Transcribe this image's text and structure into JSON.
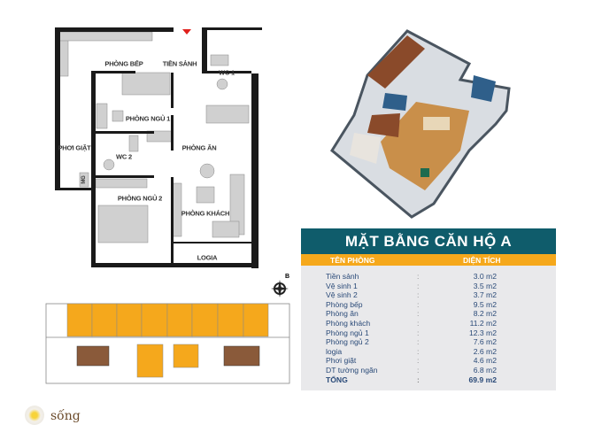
{
  "floor_plan": {
    "rooms": {
      "kitchen": "PHÒNG BẾP",
      "lobby": "TIỀN SẢNH",
      "wc1": "WC 1",
      "bedroom1": "PHÒNG NGỦ 1",
      "laundry": "PHƠI GIẶT",
      "wc2": "WC 2",
      "dining": "PHÒNG ĂN",
      "bedroom2": "PHÒNG NGỦ 2",
      "living": "PHÒNG KHÁCH",
      "logia": "LOGIA",
      "mg": "MG"
    }
  },
  "compass": {
    "label": "B"
  },
  "table": {
    "title": "MẶT BẰNG CĂN HỘ A",
    "col_name": "TÊN PHÒNG",
    "col_area": "DIỆN TÍCH",
    "separator": ":",
    "rows": [
      {
        "name": "Tiền sảnh",
        "area": "3.0 m2"
      },
      {
        "name": "Vệ sinh 1",
        "area": "3.5 m2"
      },
      {
        "name": "Vệ sinh 2",
        "area": "3.7 m2"
      },
      {
        "name": "Phòng bếp",
        "area": "9.5 m2"
      },
      {
        "name": "Phòng ăn",
        "area": "8.2 m2"
      },
      {
        "name": "Phòng khách",
        "area": "11.2 m2"
      },
      {
        "name": "Phòng ngủ 1",
        "area": "12.3 m2"
      },
      {
        "name": "Phòng ngủ 2",
        "area": "7.6 m2"
      },
      {
        "name": "logia",
        "area": "2.6 m2"
      },
      {
        "name": "Phơi giặt",
        "area": "4.6 m2"
      },
      {
        "name": "DT tường ngăn",
        "area": "6.8 m2"
      }
    ],
    "total": {
      "name": "TỔNG",
      "area": "69.9 m2"
    }
  },
  "logo": {
    "text": "sống"
  },
  "colors": {
    "teal": "#0f5c6b",
    "orange": "#f5a81c",
    "panel": "#e9e9eb",
    "unit_brown": "#8a5a3a"
  }
}
